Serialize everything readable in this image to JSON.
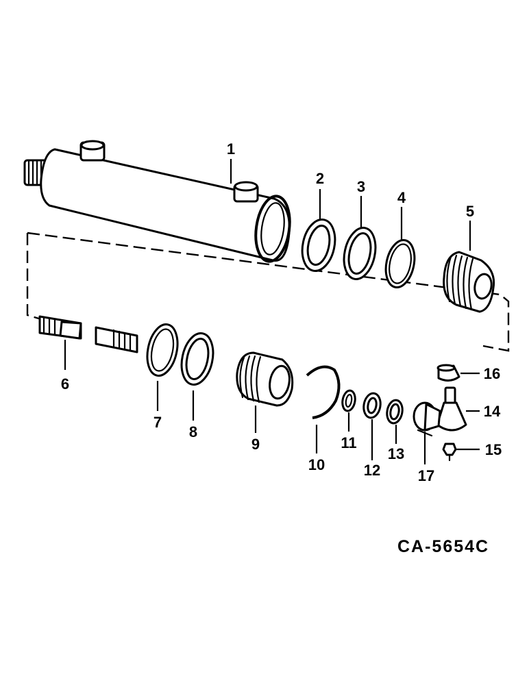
{
  "callouts": {
    "p1": "1",
    "p2": "2",
    "p3": "3",
    "p4": "4",
    "p5": "5",
    "p6": "6",
    "p7": "7",
    "p8": "8",
    "p9": "9",
    "p10": "10",
    "p11": "11",
    "p12": "12",
    "p13": "13",
    "p14": "14",
    "p15": "15",
    "p16": "16",
    "p17": "17"
  },
  "figure_code": "CA-5654C",
  "colors": {
    "line": "#000000",
    "background": "#ffffff"
  }
}
